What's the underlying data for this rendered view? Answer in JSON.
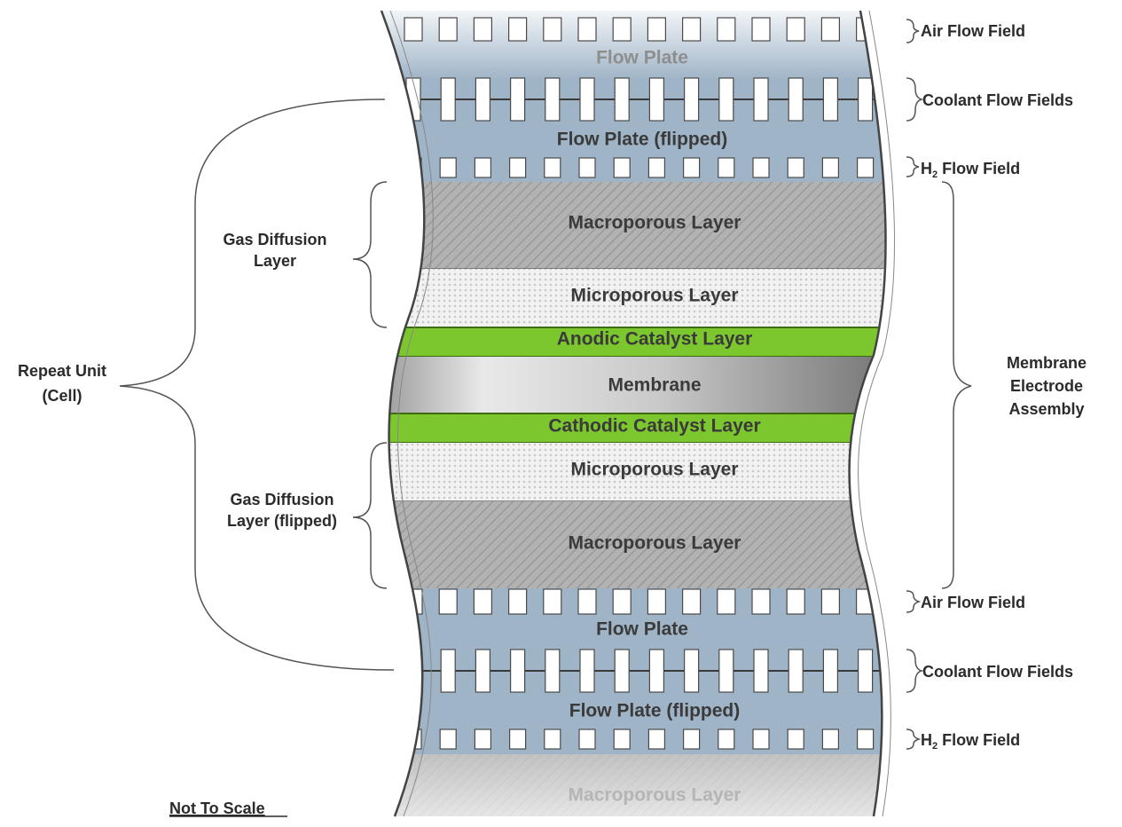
{
  "colors": {
    "plate": "#9fb4c7",
    "catalyst": "#7cc62e",
    "catalyst_border": "#3d6b12",
    "macro": "#b4b4b4",
    "micro": "#eeeeee",
    "outline": "#555555"
  },
  "layers": {
    "flow_plate_top": "Flow Plate",
    "flow_plate_flipped_top": "Flow Plate (flipped)",
    "macro_top": "Macroporous Layer",
    "micro_top": "Microporous Layer",
    "anodic": "Anodic Catalyst Layer",
    "membrane": "Membrane",
    "cathodic": "Cathodic Catalyst Layer",
    "micro_bottom": "Microporous Layer",
    "macro_bottom": "Macroporous Layer",
    "flow_plate_bottom": "Flow Plate",
    "flow_plate_flipped_bottom": "Flow Plate (flipped)",
    "macro_faded": "Macroporous Layer"
  },
  "right_labels": {
    "air_flow_top": "Air Flow Field",
    "coolant_top": "Coolant Flow Fields",
    "h2_top_prefix": "H",
    "h2_top_sub": "2",
    "h2_top_suffix": " Flow Field",
    "mea_line1": "Membrane",
    "mea_line2": "Electrode",
    "mea_line3": "Assembly",
    "air_flow_bottom": "Air Flow Field",
    "coolant_bottom": "Coolant Flow Fields",
    "h2_bottom_prefix": "H",
    "h2_bottom_sub": "2",
    "h2_bottom_suffix": " Flow Field"
  },
  "left_labels": {
    "gdl_top_line1": "Gas Diffusion",
    "gdl_top_line2": "Layer",
    "repeat_line1": "Repeat Unit",
    "repeat_line2": "(Cell)",
    "gdl_bottom_line1": "Gas Diffusion",
    "gdl_bottom_line2": "Layer (flipped)"
  },
  "footer": {
    "not_to_scale": "Not To Scale"
  }
}
